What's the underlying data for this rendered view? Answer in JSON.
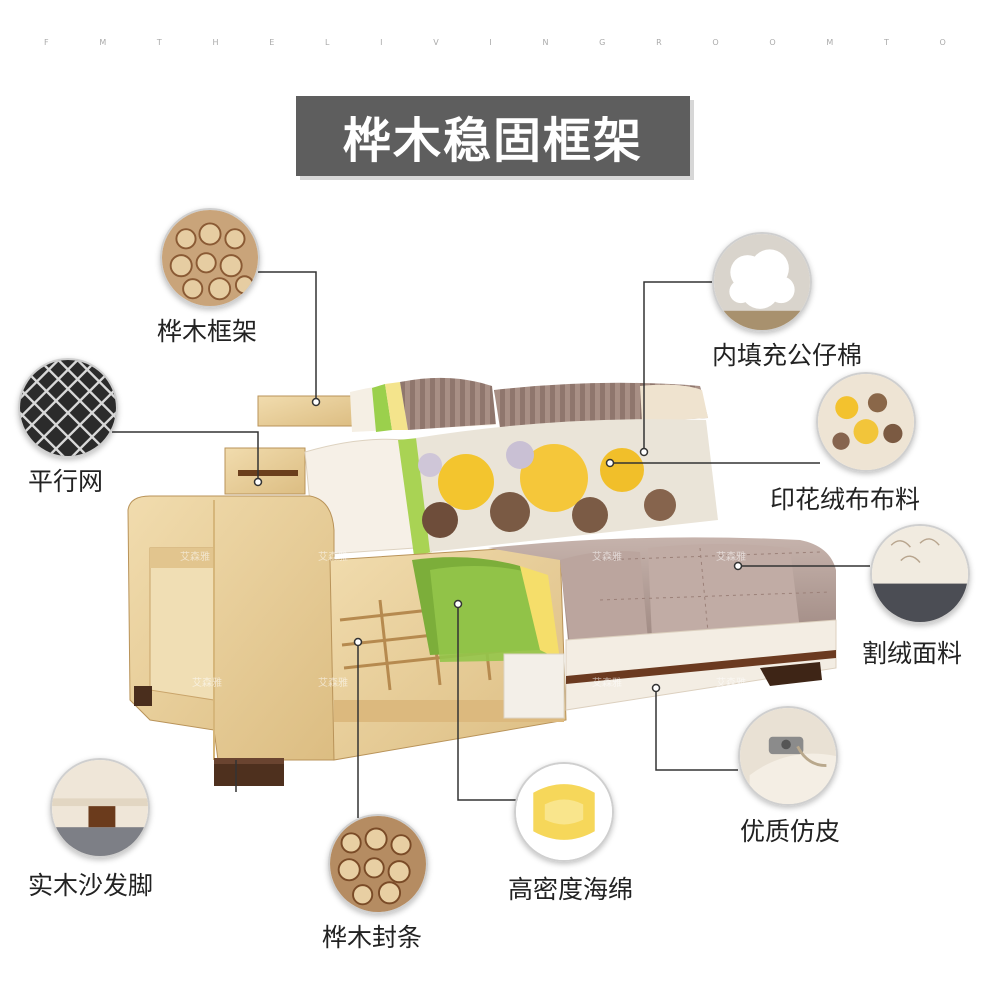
{
  "tagline_letters": [
    "F",
    "M",
    "T",
    "H",
    "E",
    "L",
    "I",
    "V",
    "I",
    "N",
    "G",
    "R",
    "O",
    "O",
    "M",
    "T",
    "O"
  ],
  "title": "桦木稳固框架",
  "watermark": "艾森雅",
  "features": {
    "birch_frame": "桦木框架",
    "parallel_net": "平行网",
    "solid_legs": "实木沙发脚",
    "birch_strip": "桦木封条",
    "hd_sponge": "高密度海绵",
    "leather": "优质仿皮",
    "cut_velvet": "割绒面料",
    "printed_velvet": "印花绒布布料",
    "pp_cotton": "内填充公仔棉"
  },
  "colors": {
    "title_bg": "#5e5e5e",
    "wood": "#e9cf9c",
    "fabric": "#b49e98",
    "green_foam": "#7cae3a",
    "yellow_foam": "#f5de6a"
  }
}
